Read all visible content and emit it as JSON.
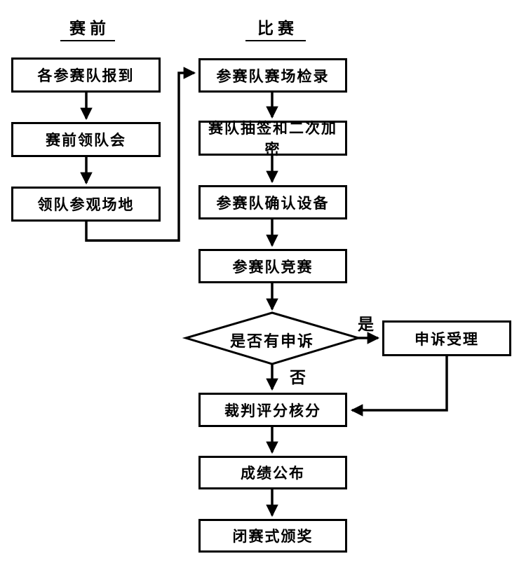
{
  "diagram": {
    "headers": {
      "left": "赛前",
      "right": "比赛"
    },
    "left_boxes": [
      "各参赛队报到",
      "赛前领队会",
      "领队参观场地"
    ],
    "right_boxes": [
      "参赛队赛场检录",
      "赛队抽签和二次加密",
      "参赛队确认设备",
      "参赛队竞赛"
    ],
    "decision": {
      "question": "是否有申诉",
      "yes_label": "是",
      "no_label": "否"
    },
    "appeal_box": "申诉受理",
    "final_boxes": [
      "裁判评分核分",
      "成绩公布",
      "闭赛式颁奖"
    ],
    "colors": {
      "line": "#000000",
      "background": "#ffffff"
    }
  }
}
